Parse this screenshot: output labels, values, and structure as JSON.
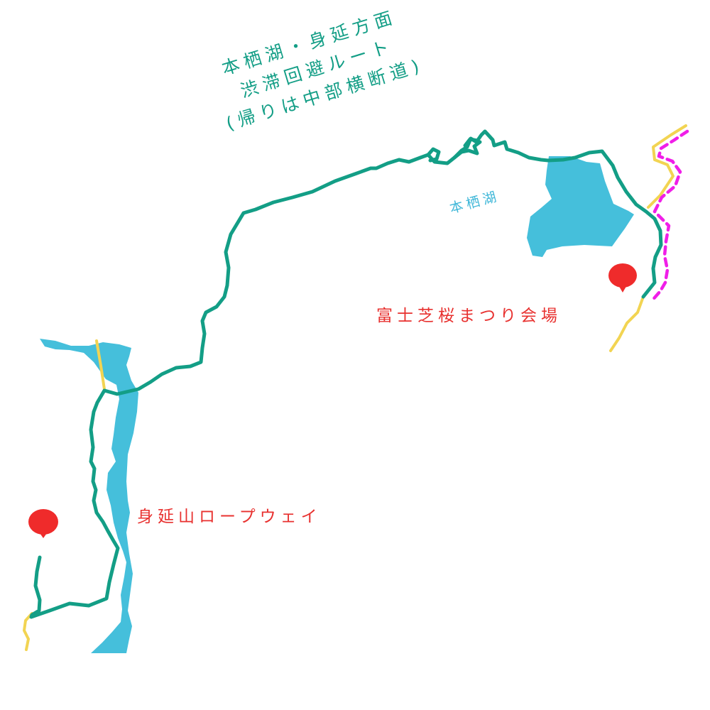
{
  "route_note": {
    "line1": "本栖湖・身延方面",
    "line2": "渋滞回避ルート",
    "line3": "(帰りは中部横断道)"
  },
  "lake": {
    "label": "本栖湖"
  },
  "places": {
    "sakura_festival": "富士芝桜まつり会場",
    "minobu_ropeway": "身延山ロープウェイ"
  },
  "colors": {
    "route": "#139e86",
    "water": "#45bfdb",
    "road_yellow": "#f2d452",
    "road_magenta": "#f01ee8",
    "marker": "#ef2b2b",
    "label_red": "#e8312f",
    "note_green": "#139e86",
    "lake_label": "#3fb7d8"
  },
  "icons": {
    "destination_marker": "map-pin-icon"
  }
}
